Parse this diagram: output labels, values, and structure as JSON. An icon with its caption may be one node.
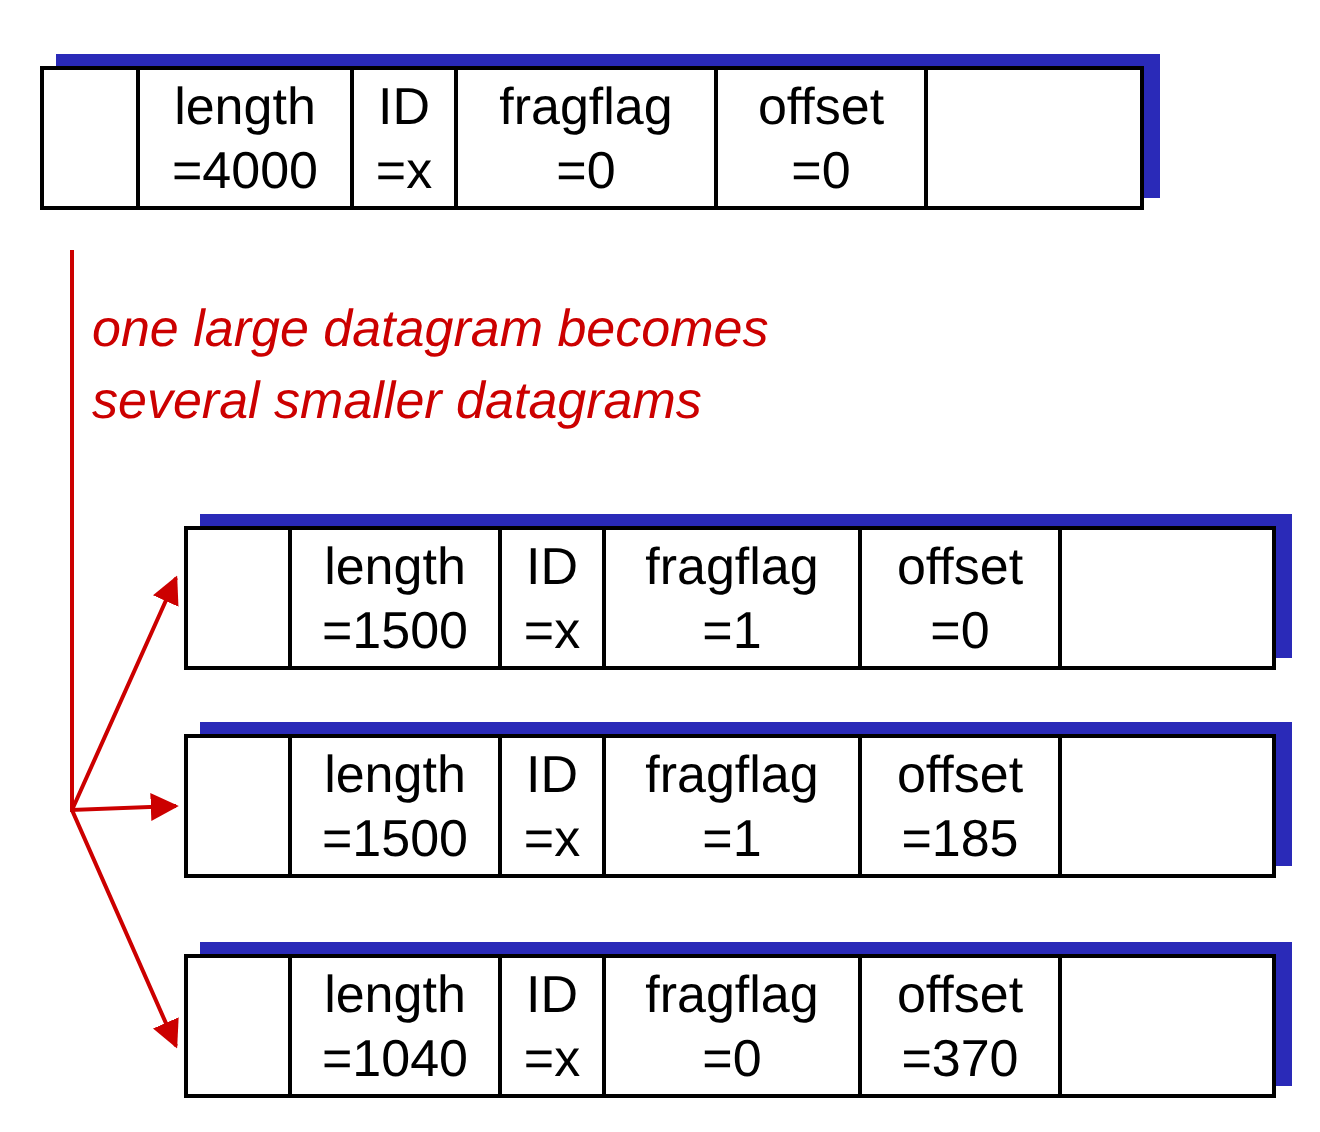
{
  "diagram": {
    "nodes": [
      {
        "text": [
          "length =4000",
          "ID =x",
          "fragflag =0",
          "offset =0"
        ]
      },
      {
        "text": [
          "length =1500",
          "ID =x",
          "fragflag =1",
          "offset =0"
        ]
      },
      {
        "text": [
          "length =1500",
          "ID =x",
          "fragflag =1",
          "offset =185"
        ]
      },
      {
        "text": [
          "length =1040",
          "ID =x",
          "fragflag =0",
          "offset =370"
        ]
      }
    ],
    "edges": [
      {
        "from": 0,
        "to": 1,
        "arrow": "to",
        "color": "#cc0000"
      },
      {
        "from": 0,
        "to": 2,
        "arrow": "to",
        "color": "#cc0000"
      },
      {
        "from": 0,
        "to": 3,
        "arrow": "to",
        "color": "#cc0000"
      }
    ],
    "labels": [
      "one large datagram becomes several smaller datagrams"
    ]
  }
}
